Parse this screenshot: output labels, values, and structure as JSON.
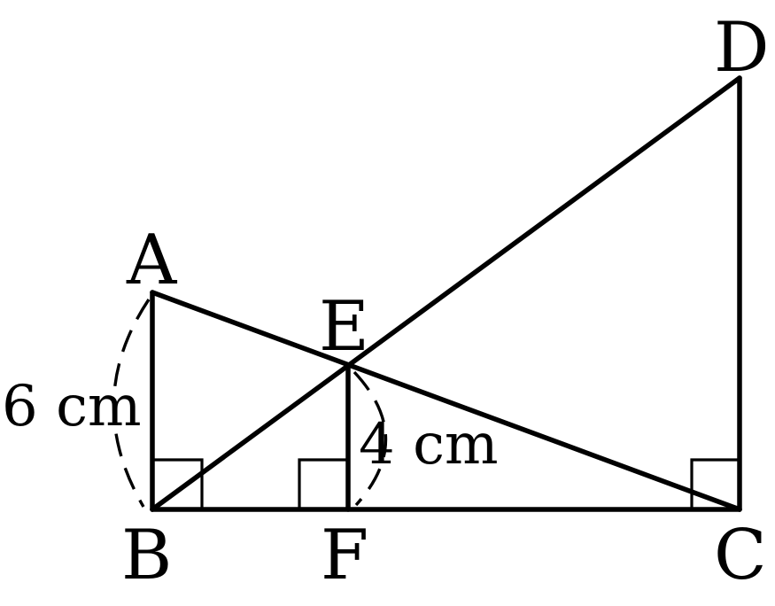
{
  "points": {
    "A": "A",
    "B": "B",
    "C": "C",
    "D": "D",
    "E": "E",
    "F": "F"
  },
  "measurements": {
    "ab": "6 cm",
    "ef": "4 cm"
  }
}
